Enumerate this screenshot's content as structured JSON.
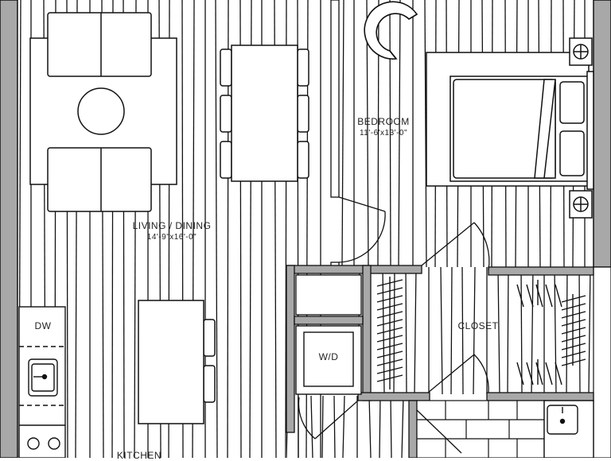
{
  "rooms": {
    "living": {
      "name": "LIVING / DINING",
      "size": "14'-9\"x16'-0\""
    },
    "bedroom": {
      "name": "BEDROOM",
      "size": "11'-6'x13'-0\""
    },
    "closet": {
      "name": "CLOSET"
    },
    "kitchen": {
      "name": "KITCHEN"
    }
  },
  "fixtures": {
    "dishwasher": "DW",
    "washer_dryer": "W/D"
  },
  "colors": {
    "wall": "#a8a8a8",
    "line": "#111111",
    "background": "#ffffff"
  }
}
